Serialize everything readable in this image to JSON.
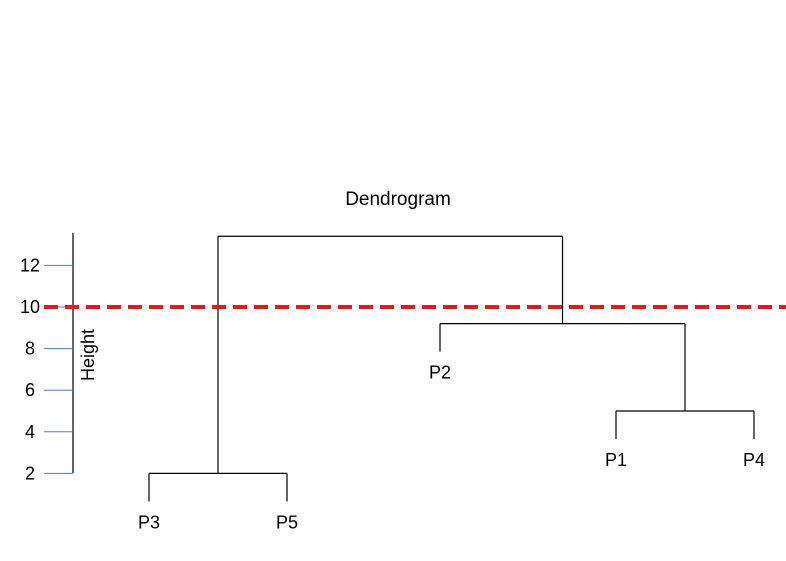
{
  "title": "Dendrogram",
  "y_axis": {
    "label": "Height",
    "ticks": [
      2,
      4,
      6,
      8,
      10,
      12
    ]
  },
  "cut_height": 10,
  "cut_color": "#e01b1b",
  "leaves": [
    "P3",
    "P5",
    "P2",
    "P1",
    "P4"
  ],
  "merges": [
    {
      "left": "P1",
      "right": "P4",
      "height": 5
    },
    {
      "left": "P2",
      "right": "P1+P4",
      "height": 9.2
    },
    {
      "left": "P3",
      "right": "P5",
      "height": 2
    },
    {
      "left": "P3+P5",
      "right": "P2+P1+P4",
      "height": 13.4
    }
  ]
}
